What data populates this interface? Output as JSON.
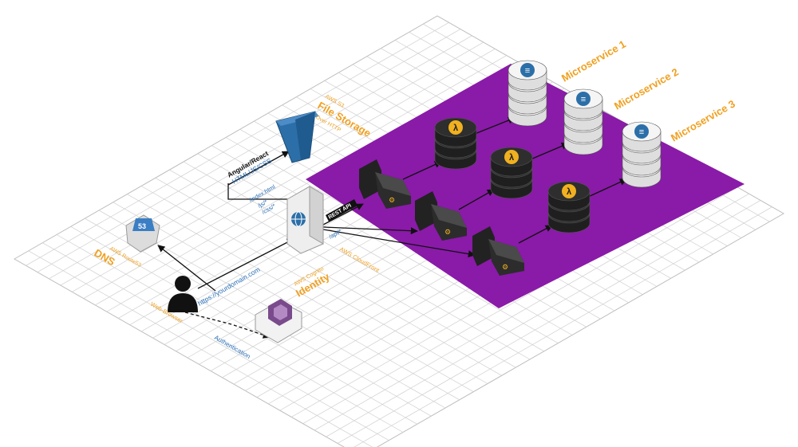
{
  "colors": {
    "grid_line": "#c8c8c8",
    "purple_zone": "#8a1aa8",
    "orange_label": "#f0a020",
    "blue_label": "#2a6fb5",
    "dark_node": "#1a1a1a",
    "node_gray": "#e6e6e6",
    "s3_blue": "#2c6fa8",
    "lambda_yellow": "#f0b020"
  },
  "microservices": [
    {
      "label": "Microservice 1",
      "icon": "database-icon"
    },
    {
      "label": "Microservice 2",
      "icon": "database-icon"
    },
    {
      "label": "Microservice 3",
      "icon": "database-icon"
    }
  ],
  "s3": {
    "service": "AWS S3",
    "title": "File Storage",
    "subtitle": "Over HTTP",
    "icon": "bucket-icon"
  },
  "frontend": {
    "line1": "Angular/React",
    "line2": "HTML/JS/CSS"
  },
  "cloudfront": {
    "service": "AWS CloudFront",
    "icon": "globe-icon",
    "paths": [
      "/index.html",
      "/js/*",
      "/css/*"
    ],
    "api_path": "/api/*"
  },
  "rest_api": {
    "label": "REST API"
  },
  "route53": {
    "service": "AWS Route53",
    "title": "DNS",
    "icon": "route53-icon",
    "badge": "53"
  },
  "cognito": {
    "service": "AWS Cognito",
    "title": "Identity",
    "icon": "cognito-icon"
  },
  "browser": {
    "label": "Web-Browser",
    "icon": "user-icon"
  },
  "connections": {
    "domain": "https://yourdomain.com",
    "auth": "Authentication"
  },
  "gateway_icon": "gears-icon",
  "lambda_icon": "lambda-icon"
}
